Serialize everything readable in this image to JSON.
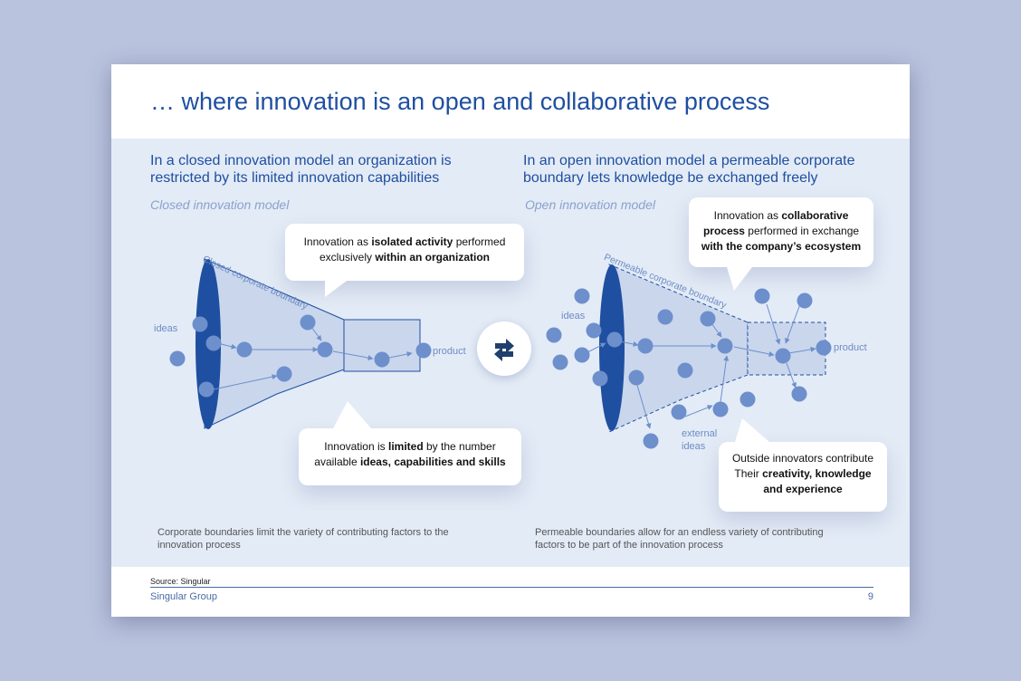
{
  "title": "… where innovation is an open and collaborative process",
  "left": {
    "heading": "In a closed innovation model an organization is restricted by its limited innovation capabilities",
    "subtitle": "Closed innovation model",
    "boundary_label": "Closed corporate boundary",
    "ideas_label": "ideas",
    "product_label": "product",
    "callout_top": {
      "pre": "Innovation as ",
      "b1": "isolated activity",
      "mid": " performed exclusively ",
      "b2": "within an organization"
    },
    "callout_bottom": {
      "pre": "Innovation is ",
      "b1": "limited",
      "mid": " by the number available ",
      "b2": "ideas, capabilities and skills"
    },
    "note": "Corporate boundaries limit the variety of contributing factors to the innovation process"
  },
  "right": {
    "heading": "In an open innovation model a permeable corporate boundary lets knowledge be exchanged freely",
    "subtitle": "Open innovation model",
    "boundary_label": "Permeable corporate boundary",
    "ideas_label": "ideas",
    "product_label": "product",
    "external_label_1": "external",
    "external_label_2": "ideas",
    "callout_top": {
      "pre": "Innovation as ",
      "b1": "collaborative process",
      "mid": " performed in exchange ",
      "b2": "with the company’s ecosystem"
    },
    "callout_bottom": {
      "pre": "Outside innovators contribute Their ",
      "b1": "creativity, knowledge and experience"
    },
    "note": "Permeable boundaries allow for an endless variety of contributing factors to be part of the innovation process"
  },
  "footer": {
    "source": "Source: Singular",
    "company": "Singular Group",
    "page_number": "9"
  },
  "colors": {
    "title": "#1f4fa0",
    "band": "#e3ebf6",
    "funnel_fill": "#c9d6ec",
    "funnel_edge": "#1f4fa0",
    "dot": "#6d8fcc",
    "icon": "#1f3f6e"
  },
  "icons": [
    "swap-arrows-icon"
  ]
}
